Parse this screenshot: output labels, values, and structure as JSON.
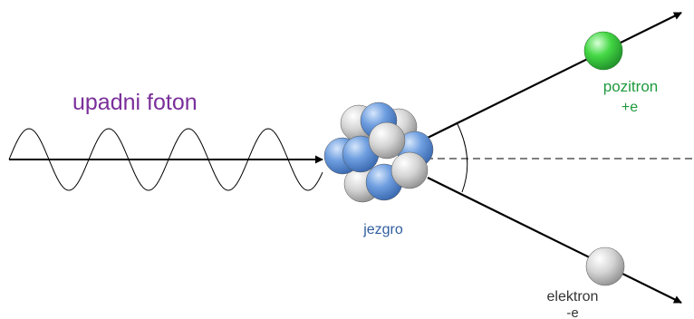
{
  "labels": {
    "incident_photon": "upadni foton",
    "nucleus": "jezgro",
    "positron": "pozitron",
    "positron_symbol": "+e",
    "electron": "elektron",
    "electron_symbol": "-e"
  },
  "colors": {
    "photon_label": "#7a2f9a",
    "nucleus_label": "#2f5e9e",
    "positron_label": "#1e9a3e",
    "electron_label": "#333333",
    "positron_fill": "#3fce3f",
    "proton_fill": "#5b8fd6",
    "neutron_fill": "#c9c9c9"
  }
}
